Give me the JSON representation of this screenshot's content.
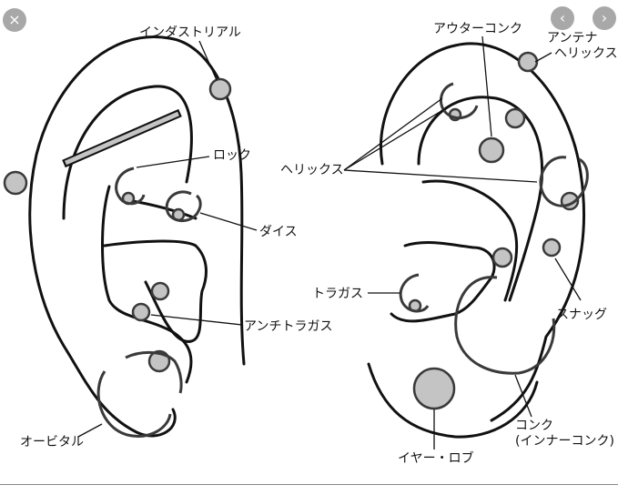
{
  "labels": {
    "industrial": "インダストリアル",
    "rook": "ロック",
    "daith": "ダイス",
    "anti_tragus": "アンチトラガス",
    "orbital": "オービタル",
    "outer_conch": "アウターコンク",
    "antenna_helix_1": "アンテナ",
    "antenna_helix_2": "ヘリックス",
    "helix": "ヘリックス",
    "tragus": "トラガス",
    "snug": "スナッグ",
    "conch_1": "コンク",
    "conch_2": "(インナーコンク)",
    "ear_lobe": "イヤー・ロブ"
  },
  "nav": {
    "close": "×",
    "prev": "‹",
    "next": "›"
  },
  "colors": {
    "stroke": "#111111",
    "jewel_fill": "#c4c4c4",
    "ring_stroke": "#3a3a3a",
    "nav_bg": "#9a9a9a"
  }
}
